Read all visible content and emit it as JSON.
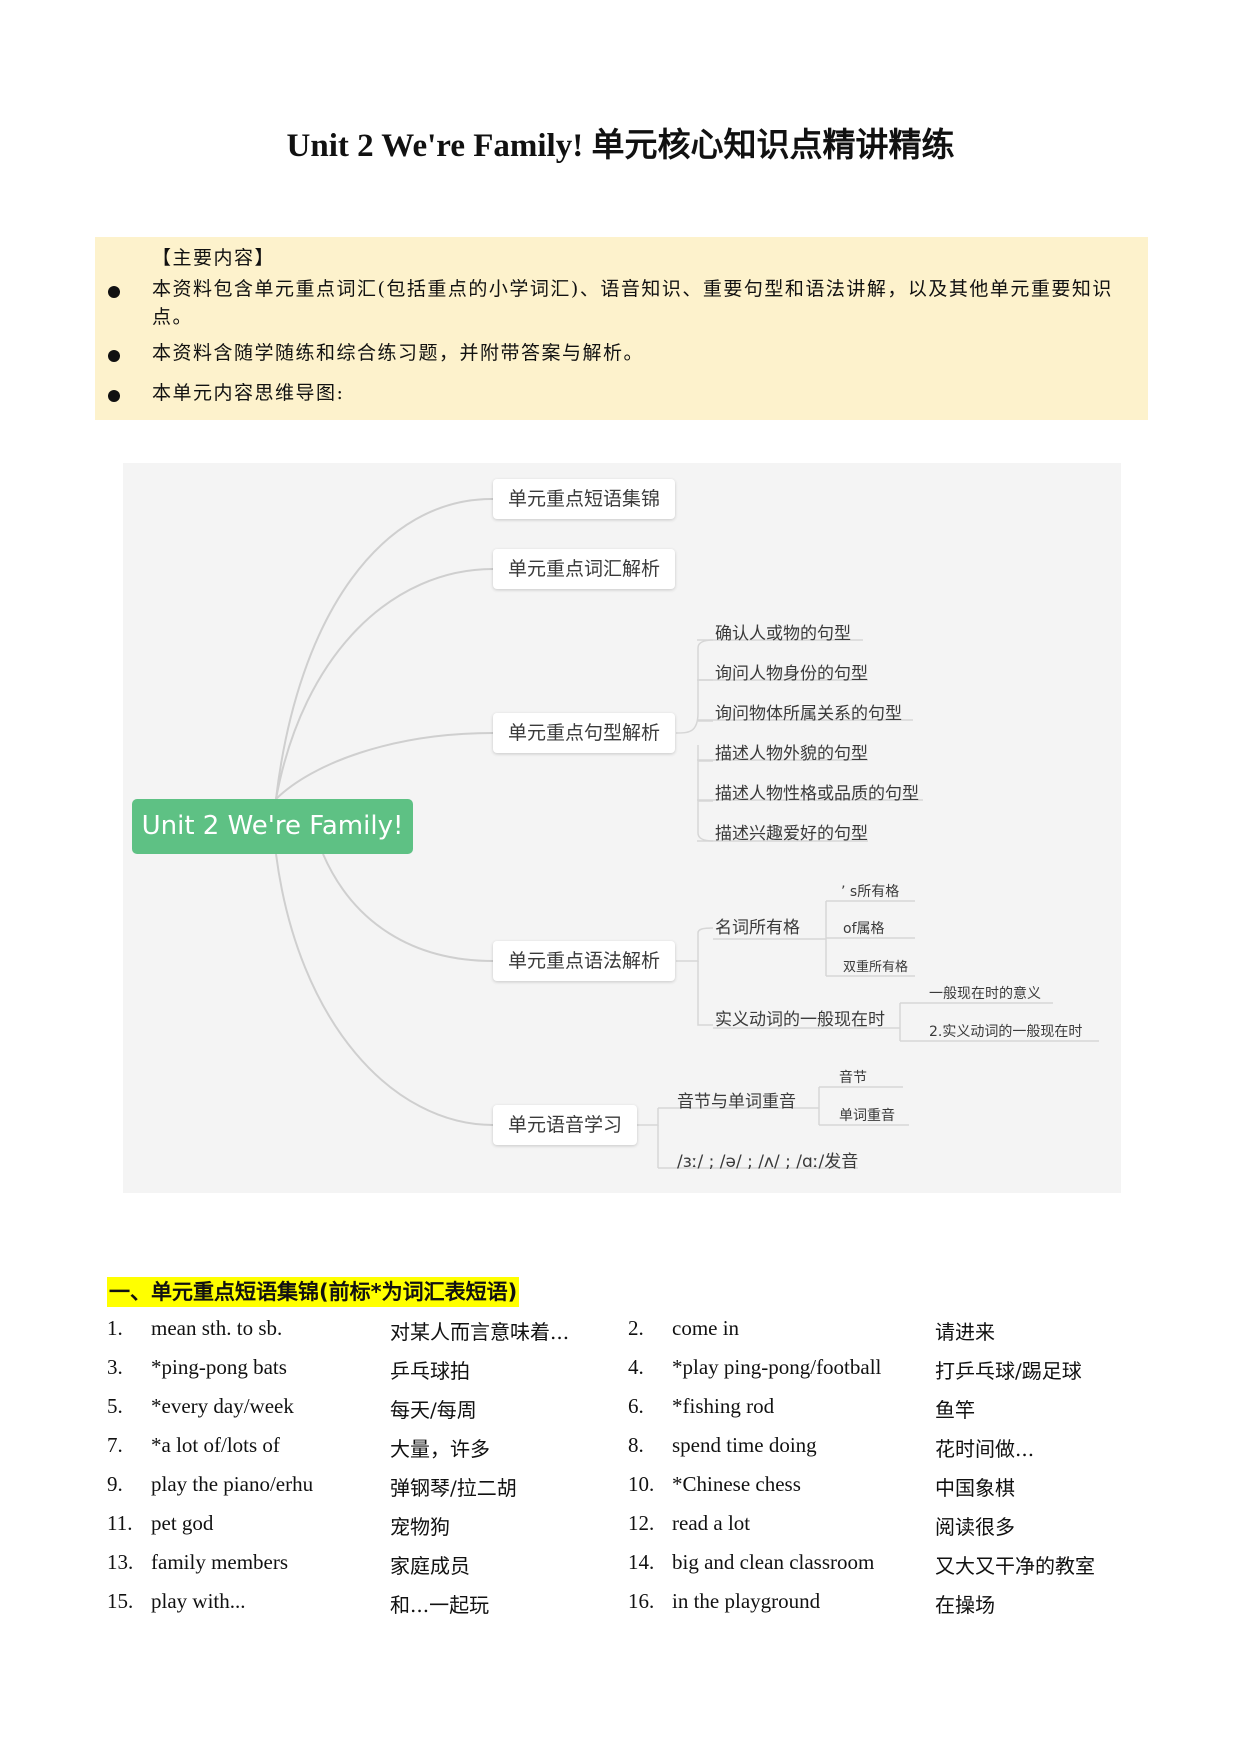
{
  "title": "Unit 2  We're Family!  单元核心知识点精讲精练",
  "intro": {
    "heading": "【主要内容】",
    "bullets": [
      "本资料包含单元重点词汇(包括重点的小学词汇)、语音知识、重要句型和语法讲解，以及其他单元重要知识点。",
      "本资料含随学随练和综合练习题，并附带答案与解析。",
      "本单元内容思维导图:"
    ]
  },
  "mindmap": {
    "root": "Unit 2  We're Family!",
    "branches": [
      {
        "label": "单元重点短语集锦"
      },
      {
        "label": "单元重点词汇解析"
      },
      {
        "label": "单元重点句型解析",
        "children": [
          "确认人或物的句型",
          "询问人物身份的句型",
          "询问物体所属关系的句型",
          "描述人物外貌的句型",
          "描述人物性格或品质的句型",
          "描述兴趣爱好的句型"
        ]
      },
      {
        "label": "单元重点语法解析",
        "children": [
          {
            "label": "名词所有格",
            "children": [
              "’ s所有格",
              "of属格",
              "双重所有格"
            ]
          },
          {
            "label": "实义动词的一般现在时",
            "children": [
              "一般现在时的意义",
              "2.实义动词的一般现在时"
            ]
          }
        ]
      },
      {
        "label": "单元语音学习",
        "children": [
          {
            "label": "音节与单词重音",
            "children": [
              "音节",
              "单词重音"
            ]
          },
          {
            "label": "/ɜː/ ; /ə/ ; /ʌ/ ; /ɑː/发音"
          }
        ]
      }
    ]
  },
  "section1": {
    "heading": "一、单元重点短语集锦(前标*为词汇表短语)",
    "rows": [
      [
        {
          "num": "1.",
          "en": "mean sth. to sb.",
          "cn": "对某人而言意味着..."
        },
        {
          "num": "2.",
          "en": "come in",
          "cn": "请进来"
        }
      ],
      [
        {
          "num": "3.",
          "en": "*ping-pong bats",
          "cn": "乒乓球拍"
        },
        {
          "num": "4.",
          "en": "*play ping-pong/football",
          "cn": "打乒乓球/踢足球"
        }
      ],
      [
        {
          "num": "5.",
          "en": "*every day/week",
          "cn": "每天/每周"
        },
        {
          "num": "6.",
          "en": "*fishing rod",
          "cn": "鱼竿"
        }
      ],
      [
        {
          "num": "7.",
          "en": "*a lot of/lots of",
          "cn": "大量，许多"
        },
        {
          "num": "8.",
          "en": "spend time doing",
          "cn": "花时间做..."
        }
      ],
      [
        {
          "num": "9.",
          "en": "play the piano/erhu",
          "cn": "弹钢琴/拉二胡"
        },
        {
          "num": "10.",
          "en": "*Chinese chess",
          "cn": "中国象棋"
        }
      ],
      [
        {
          "num": "11.",
          "en": "pet god",
          "cn": "宠物狗"
        },
        {
          "num": "12.",
          "en": "read a lot",
          "cn": "阅读很多"
        }
      ],
      [
        {
          "num": "13.",
          "en": "family members",
          "cn": "家庭成员"
        },
        {
          "num": "14.",
          "en": "big and clean classroom",
          "cn": "又大又干净的教室"
        }
      ],
      [
        {
          "num": "15.",
          "en": "play with...",
          "cn": "和...一起玩"
        },
        {
          "num": "16.",
          "en": "in the playground",
          "cn": "在操场"
        }
      ]
    ]
  }
}
